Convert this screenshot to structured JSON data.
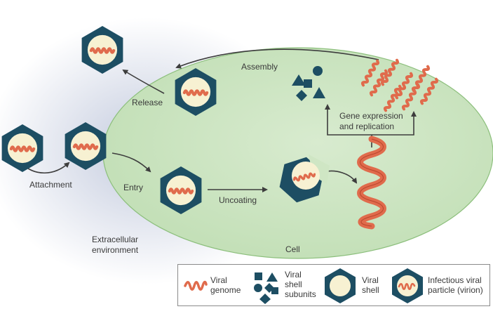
{
  "labels": {
    "release": "Release",
    "assembly": "Assembly",
    "gene_expression_line1": "Gene expression",
    "gene_expression_line2": "and replication",
    "attachment": "Attachment",
    "entry": "Entry",
    "uncoating": "Uncoating",
    "extracellular_line1": "Extracellular",
    "extracellular_line2": "environment",
    "cell": "Cell"
  },
  "legend": {
    "viral_genome_line1": "Viral",
    "viral_genome_line2": "genome",
    "shell_subunits_line1": "Viral",
    "shell_subunits_line2": "shell",
    "shell_subunits_line3": "subunits",
    "viral_shell_line1": "Viral",
    "viral_shell_line2": "shell",
    "virion_line1": "Infectious viral",
    "virion_line2": "particle (virion)"
  },
  "colors": {
    "cell_fill": "#cfe6c4",
    "cell_stroke": "#7fb56f",
    "shell": "#1d4e63",
    "shell_inner": "#f7f1d2",
    "genome": "#e06b4c",
    "arrow": "#3d3d3d",
    "shadow": "#c7cfdf"
  }
}
